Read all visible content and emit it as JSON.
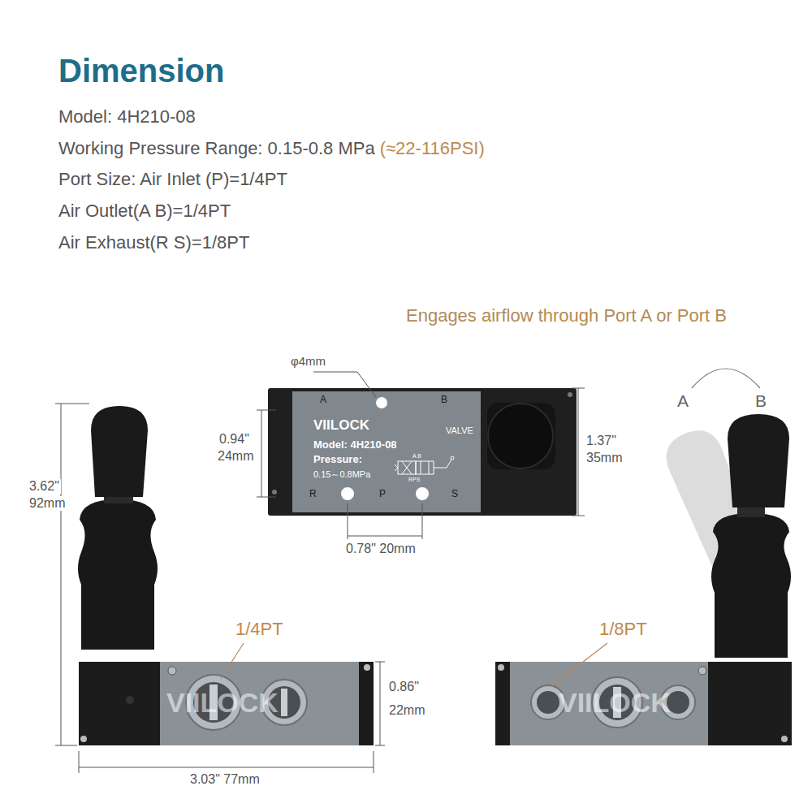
{
  "diagram": {
    "title": "Dimension",
    "labels": [
      "Model: 4H210-08",
      "Working Pressure Range: 0.15-0.8 MPa",
      "(≈22-116PSI)",
      "Port Size: Air Inlet (P)=1/4PT",
      "Air Outlet(A B)=1/4PT",
      "Air Exhaust(R S)=1/8PT",
      "Engages airflow through Port A or Port B",
      "φ4mm",
      "A",
      "B",
      "VIILOCK",
      "VALVE",
      "Model: 4H210-08",
      "Pressure:",
      "0.15～0.8MPa",
      "A B",
      "RPS",
      "R",
      "P",
      "S",
      "0.94\"",
      "24mm",
      "1.37\"",
      "35mm",
      "0.78\" 20mm",
      "3.62\"",
      "92mm",
      "1/4PT",
      "0.86\"",
      "22mm",
      "3.03\" 77mm",
      "1/8PT",
      "A",
      "B",
      "VIILOCK",
      "VIILOCK"
    ]
  }
}
